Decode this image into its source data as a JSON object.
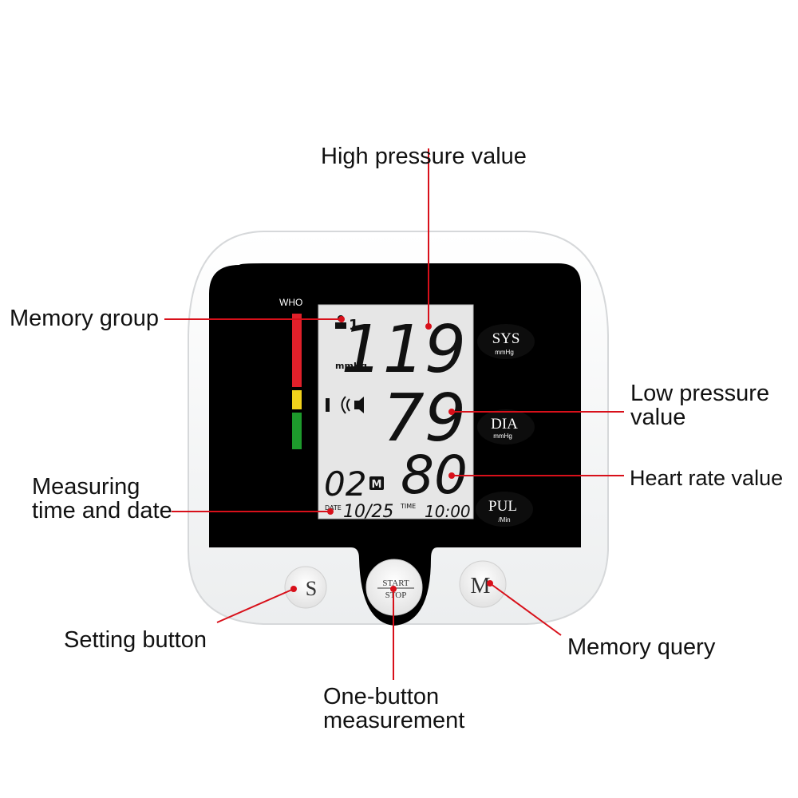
{
  "callouts": {
    "high_pressure": "High pressure value",
    "memory_group": "Memory group",
    "low_pressure_line1": "Low pressure",
    "low_pressure_line2": "value",
    "measuring_line1": "Measuring",
    "measuring_line2": "time and date",
    "heart_rate": "Heart rate value",
    "setting_button": "Setting button",
    "memory_query": "Memory query",
    "one_button_line1": "One-button",
    "one_button_line2": "measurement"
  },
  "device": {
    "who_label": "WHO",
    "who_bar_colors": [
      "#e0202a",
      "#f2d21c",
      "#1d9a2c"
    ],
    "buttons": {
      "s_label": "S",
      "start_label": "START",
      "stop_label": "STOP",
      "m_label": "M"
    },
    "side_labels": {
      "sys": "SYS",
      "sys_unit": "mmHg",
      "dia": "DIA",
      "dia_unit": "mmHg",
      "pul": "PUL",
      "pul_unit": "/Min"
    }
  },
  "lcd": {
    "user": "1",
    "unit": "mmHg",
    "sys_value": "119",
    "dia_value": "79",
    "pulse_value": "80",
    "memory_index": "02",
    "memory_badge": "M",
    "date_label": "DATE",
    "date_value": "10/25",
    "time_label": "TIME",
    "time_value": "10:00"
  },
  "colors": {
    "leader_line": "#d8101a",
    "panel": "#000000",
    "lcd_bg": "#e6e6e6"
  }
}
